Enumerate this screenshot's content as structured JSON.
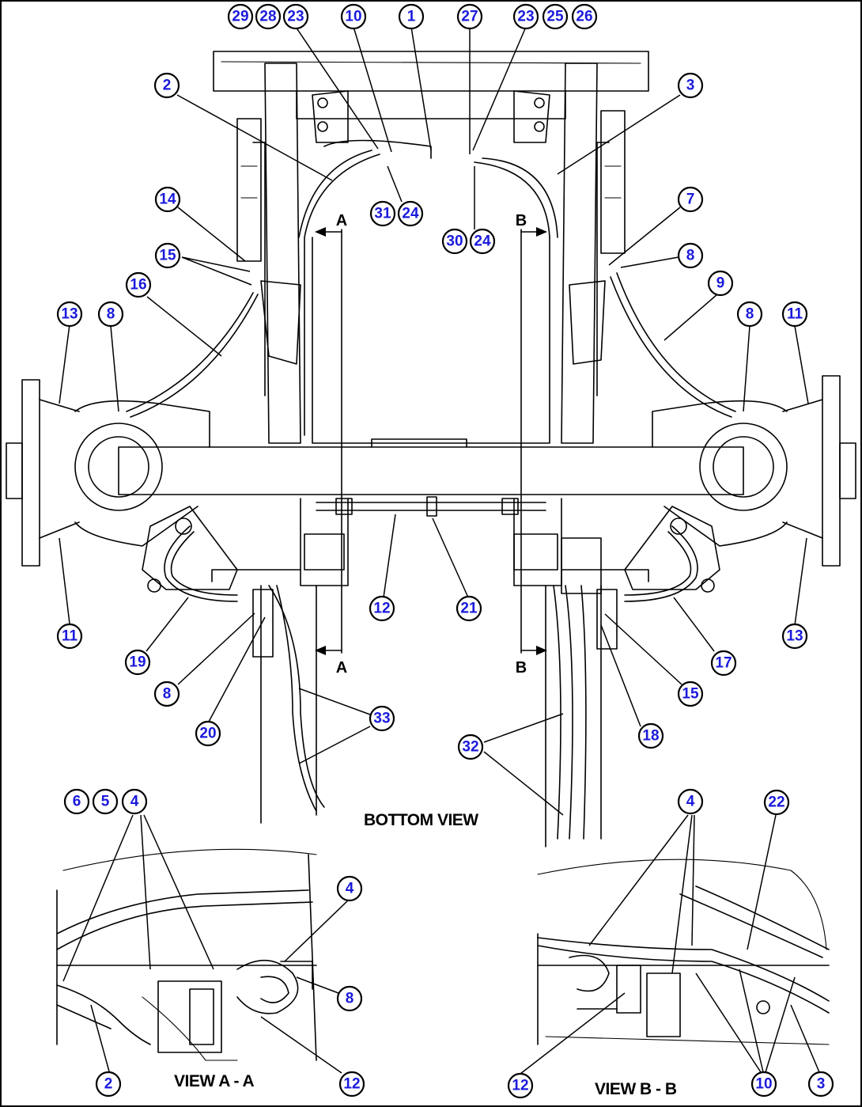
{
  "views": {
    "bottom_caption": "BOTTOM VIEW",
    "section_a_caption": "VIEW A - A",
    "section_b_caption": "VIEW B - B",
    "section_marker_a": "A",
    "section_marker_b": "B"
  },
  "callouts": {
    "c29": "29",
    "c28": "28",
    "c23a": "23",
    "c10a": "10",
    "c1": "1",
    "c27": "27",
    "c23b": "23",
    "c25": "25",
    "c26": "26",
    "c2a": "2",
    "c3a": "3",
    "c31": "31",
    "c24a": "24",
    "c30": "30",
    "c24b": "24",
    "c14": "14",
    "c7": "7",
    "c15a": "15",
    "c8a": "8",
    "c16": "16",
    "c9": "9",
    "c13a": "13",
    "c8b": "8",
    "c8c": "8",
    "c11a": "11",
    "c11b": "11",
    "c12a": "12",
    "c21": "21",
    "c13b": "13",
    "c19": "19",
    "c17": "17",
    "c8d": "8",
    "c15b": "15",
    "c33": "33",
    "c20": "20",
    "c18": "18",
    "c32": "32",
    "c6": "6",
    "c5": "5",
    "c4a": "4",
    "c4b": "4",
    "c22": "22",
    "c4c": "4",
    "c8e": "8",
    "c2b": "2",
    "c12b": "12",
    "c12c": "12",
    "c10b": "10",
    "c3b": "3"
  },
  "colors": {
    "callout_text": "#1a1adc",
    "line": "#000000",
    "background": "#ffffff"
  }
}
